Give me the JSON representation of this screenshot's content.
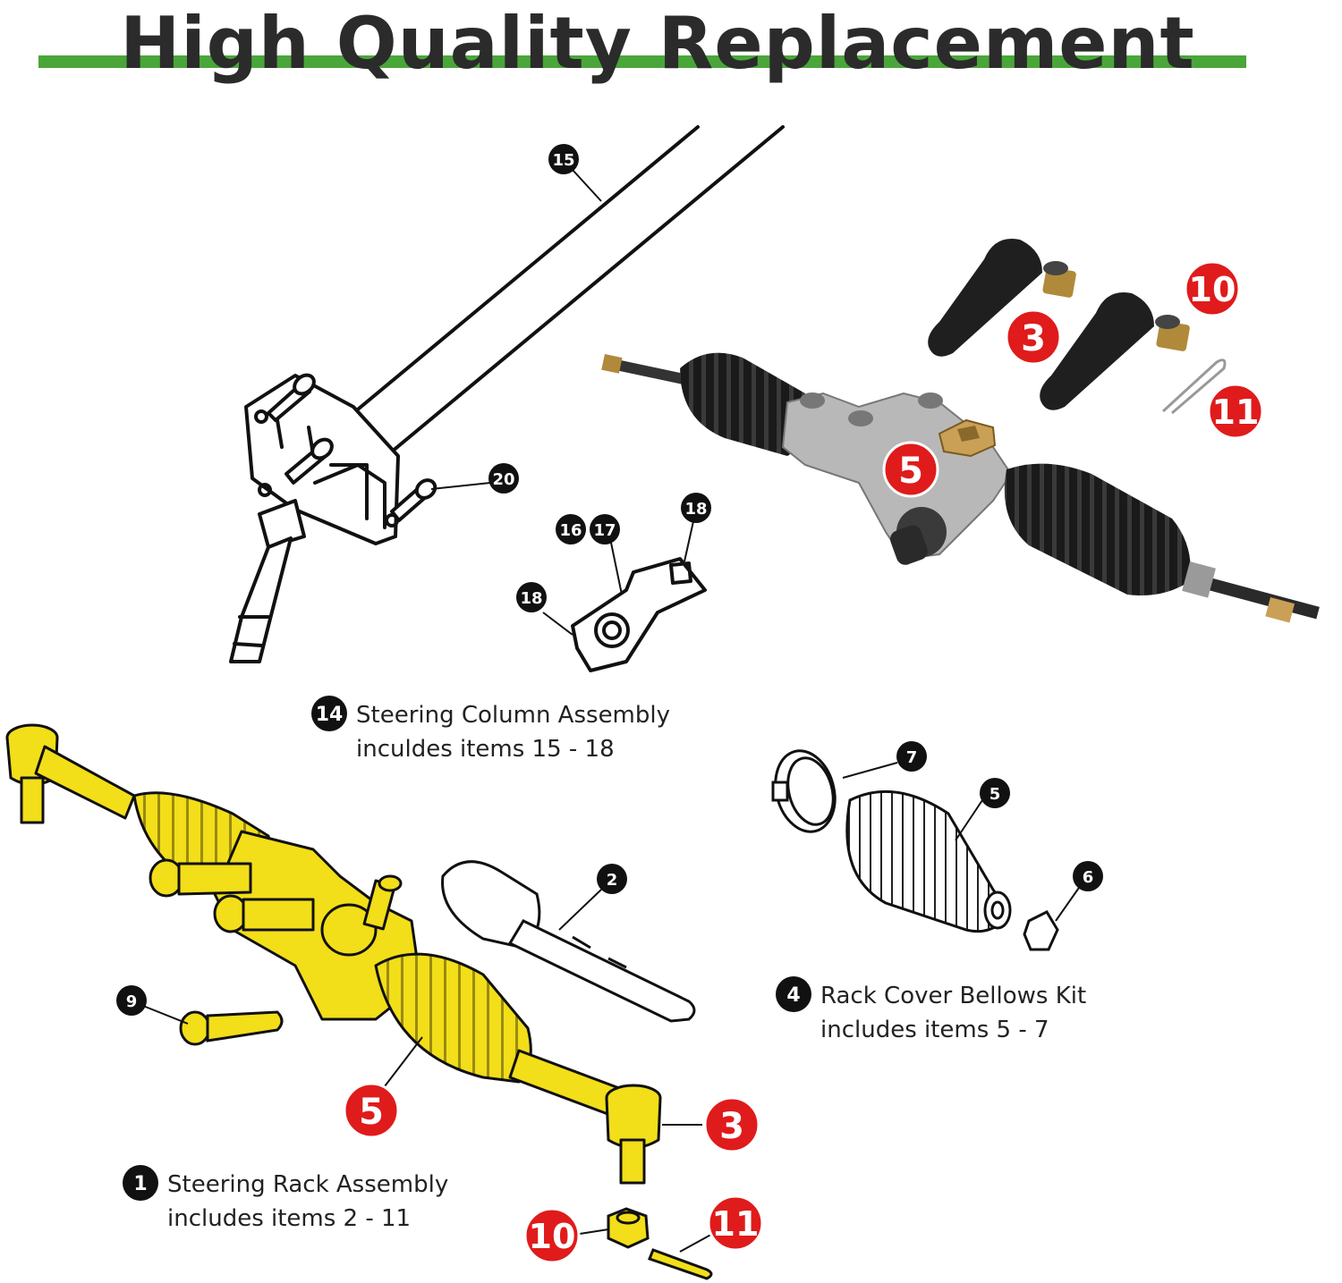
{
  "title": "High Quality Replacement",
  "colors": {
    "accent_bar": "#4aa63a",
    "highlight_yellow": "#f2de19",
    "callout_red": "#e01b1b",
    "callout_dark": "#111111",
    "bellows_black": "#1a1a1a",
    "housing_silver": "#b8b8b8"
  },
  "diagrams": {
    "steering_column": {
      "callouts": [
        "15",
        "20",
        "16",
        "17",
        "18",
        "18"
      ],
      "caption": {
        "number": "14",
        "line1": "Steering Column Assembly",
        "line2": "inculdes items 15 - 18"
      }
    },
    "photo_rack": {
      "callouts": [
        "3",
        "10",
        "5",
        "11"
      ]
    },
    "bellows_kit": {
      "callouts": [
        "7",
        "5",
        "6"
      ],
      "caption": {
        "number": "4",
        "line1": "Rack Cover Bellows Kit",
        "line2": "includes items 5 - 7"
      }
    },
    "steering_rack": {
      "callouts": [
        "2",
        "9",
        "5",
        "3",
        "10",
        "11"
      ],
      "caption": {
        "number": "1",
        "line1": "Steering Rack Assembly",
        "line2": "includes items 2 - 11"
      }
    }
  }
}
